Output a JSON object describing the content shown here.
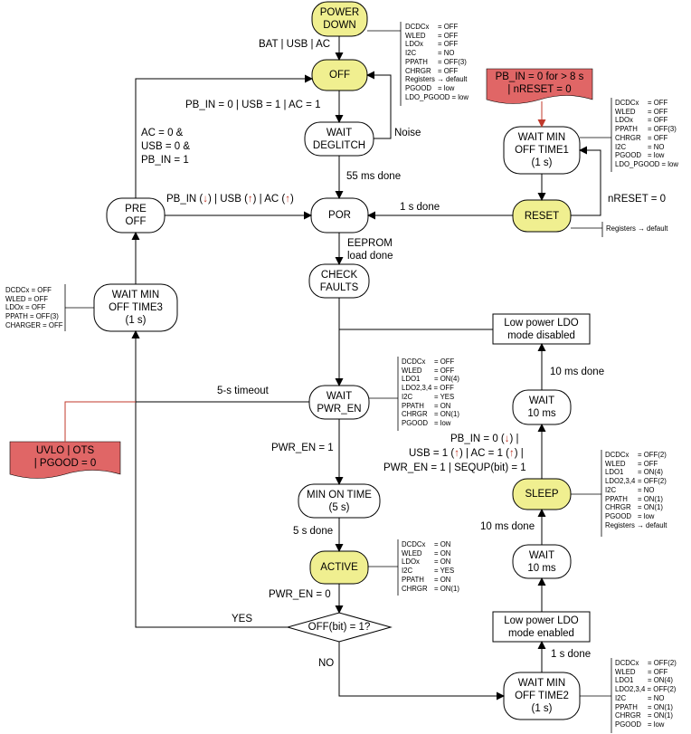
{
  "states": {
    "power_down": "POWER\nDOWN",
    "off": "OFF",
    "wait_deglitch": "WAIT\nDEGLITCH",
    "por": "POR",
    "pre_off": "PRE\nOFF",
    "check_faults": "CHECK\nFAULTS",
    "wait_min_off_time3": "WAIT MIN\nOFF TIME3\n(1 s)",
    "wait_pwr_en": "WAIT\nPWR_EN",
    "min_on_time": "MIN ON TIME\n(5 s)",
    "active": "ACTIVE",
    "off_bit": "OFF(bit) = 1?",
    "wait_min_off_time1": "WAIT MIN\nOFF TIME1\n(1 s)",
    "reset": "RESET",
    "wait_min_off_time2": "WAIT MIN\nOFF TIME2\n(1 s)",
    "lp_enabled": "Low power LDO\nmode enabled",
    "wait_10ms_low": "WAIT\n10 ms",
    "sleep": "SLEEP",
    "wait_10ms_high": "WAIT\n10 ms",
    "lp_disabled": "Low power LDO\nmode disabled"
  },
  "flags": {
    "pb_in_8s": "PB_IN = 0 for > 8 s\n| nRESET = 0",
    "uvlo": "UVLO | OTS\n| PGOOD = 0"
  },
  "transitions": {
    "bat_usb_ac": "BAT | USB | AC",
    "pb_in_usb_ac": "PB_IN = 0 |  USB = 1 |  AC = 1",
    "noise": "Noise",
    "ms55": "55 ms done",
    "ac_usb_pb_1": "AC = 0 &",
    "ac_usb_pb_2": "USB = 0 &",
    "ac_usb_pb_3": "PB_IN = 1",
    "preoff_a": "PB_IN (",
    "preoff_arrow_down": "↓",
    "preoff_b": ")  |  USB (",
    "preoff_arrow_up1": "↑",
    "preoff_c": ")  |  AC (",
    "preoff_arrow_up2": "↑",
    "preoff_d": ")",
    "one_s_done": "1 s done",
    "nreset_0": "nRESET = 0",
    "eeprom": "EEPROM\nload done",
    "timeout": "5-s timeout",
    "pwr_en_1": "PWR_EN = 1",
    "five_s_done": "5 s done",
    "pwr_en_0": "PWR_EN = 0",
    "yes": "YES",
    "no": "NO",
    "one_s_done_2": "1 s done",
    "ten_ms_done_low": "10 ms done",
    "ten_ms_done_high": "10 ms done",
    "wake_1a": "PB_IN = 0 (",
    "wake_1b": ") |",
    "wake_2a": "USB = 1 (",
    "wake_2b": ")  |  AC = 1 (",
    "wake_2c": ") |",
    "wake_3": "PWR_EN = 1 | SEQUP(bit) = 1",
    "arrow_down": "↓",
    "arrow_up": "↑"
  },
  "annotations": {
    "off": [
      [
        "DCDCx",
        "= OFF"
      ],
      [
        "WLED",
        "= OFF"
      ],
      [
        "LDOx",
        "= OFF"
      ],
      [
        "I2C",
        "= NO"
      ],
      [
        "PPATH",
        "= OFF(3)"
      ],
      [
        "CHRGR",
        "= OFF"
      ],
      [
        "Registers → default",
        ""
      ],
      [
        "PGOOD",
        "= low"
      ],
      [
        "LDO_PGOOD = low",
        ""
      ]
    ],
    "wait_min_off_time1": [
      [
        "DCDCx",
        "= OFF"
      ],
      [
        "WLED",
        "= OFF"
      ],
      [
        "LDOx",
        "= OFF"
      ],
      [
        "PPATH",
        "= OFF(3)"
      ],
      [
        "CHRGR",
        "= OFF"
      ],
      [
        "I2C",
        "= NO"
      ],
      [
        "PGOOD",
        "= low"
      ],
      [
        "LDO_PGOOD = low",
        ""
      ]
    ],
    "reset": [
      [
        "Registers → default",
        ""
      ]
    ],
    "wait_min_off_time3": [
      [
        "DCDCx = OFF",
        ""
      ],
      [
        "WLED = OFF",
        ""
      ],
      [
        "LDOx = OFF",
        ""
      ],
      [
        "PPATH = OFF(3)",
        ""
      ],
      [
        "CHARGER = OFF",
        ""
      ]
    ],
    "wait_pwr_en": [
      [
        "DCDCx",
        "= OFF"
      ],
      [
        "WLED",
        "= OFF"
      ],
      [
        "LDO1",
        "= ON(4)"
      ],
      [
        "LDO2,3,4 = OFF",
        ""
      ],
      [
        "I2C",
        "= YES"
      ],
      [
        "PPATH",
        "= ON"
      ],
      [
        "CHRGR",
        "= ON(1)"
      ],
      [
        "PGOOD",
        "= low"
      ]
    ],
    "active": [
      [
        "DCDCx",
        "= ON"
      ],
      [
        "WLED",
        "= ON"
      ],
      [
        "LDOx",
        "= ON"
      ],
      [
        "I2C",
        "= YES"
      ],
      [
        "PPATH",
        "= ON"
      ],
      [
        "CHRGR",
        "= ON(1)"
      ]
    ],
    "sleep": [
      [
        "DCDCx",
        "= OFF(2)"
      ],
      [
        "WLED",
        "= OFF"
      ],
      [
        "LDO1",
        "= ON(4)"
      ],
      [
        "LDO2,3,4",
        "= OFF(2)"
      ],
      [
        "I2C",
        "= NO"
      ],
      [
        "PPATH",
        "= ON(1)"
      ],
      [
        "CHRGR",
        "= ON(1)"
      ],
      [
        "PGOOD",
        "= low"
      ],
      [
        "Registers → default",
        ""
      ]
    ],
    "wait_min_off_time2": [
      [
        "DCDCx",
        "= OFF(2)"
      ],
      [
        "WLED",
        "= OFF"
      ],
      [
        "LDO1",
        "= ON(4)"
      ],
      [
        "LDO2,3,4 = OFF(2)",
        ""
      ],
      [
        "I2C",
        "= NO"
      ],
      [
        "PPATH",
        "= ON(1)"
      ],
      [
        "CHRGR",
        "= ON(1)"
      ],
      [
        "PGOOD",
        "= low"
      ]
    ]
  },
  "colors": {
    "highlight": "#f0ef90",
    "flag": "#e06666",
    "flag_line": "#c0392b",
    "arrow_red": "#c0392b"
  }
}
